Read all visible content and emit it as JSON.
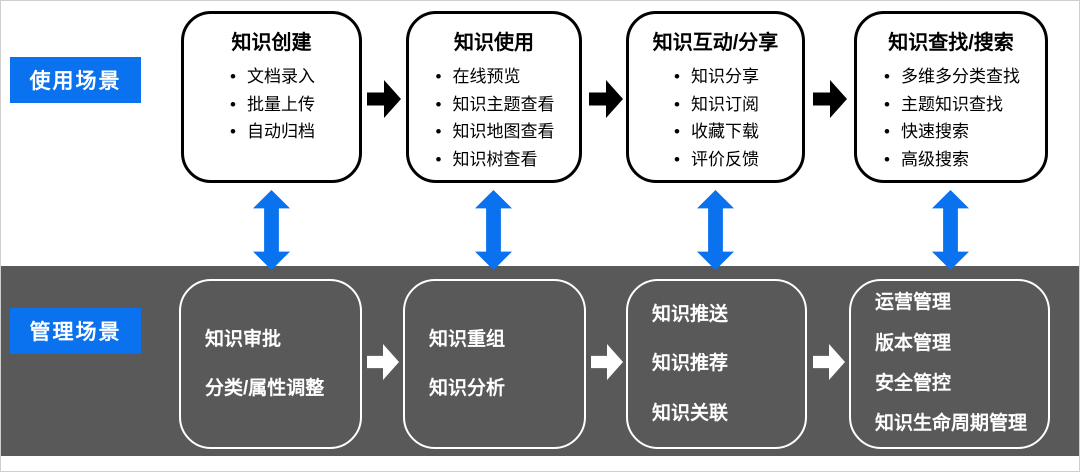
{
  "usage": {
    "label": "使用场景",
    "boxes": [
      {
        "title": "知识创建",
        "items": [
          "文档录入",
          "批量上传",
          "自动归档"
        ]
      },
      {
        "title": "知识使用",
        "items": [
          "在线预览",
          "知识主题查看",
          "知识地图查看",
          "知识树查看"
        ]
      },
      {
        "title": "知识互动/分享",
        "items": [
          "知识分享",
          "知识订阅",
          "收藏下载",
          "评价反馈"
        ]
      },
      {
        "title": "知识查找/搜索",
        "items": [
          "多维多分类查找",
          "主题知识查找",
          "快速搜索",
          "高级搜索"
        ]
      }
    ]
  },
  "management": {
    "label": "管理场景",
    "boxes": [
      {
        "items": [
          "知识审批",
          "分类/属性调整"
        ]
      },
      {
        "items": [
          "知识重组",
          "知识分析"
        ]
      },
      {
        "items": [
          "知识推送",
          "知识推荐",
          "知识关联"
        ]
      },
      {
        "items": [
          "运营管理",
          "版本管理",
          "安全管控",
          "知识生命周期管理"
        ]
      }
    ]
  },
  "colors": {
    "accent_blue": "#0a72ee",
    "dark_bg": "#595959"
  }
}
